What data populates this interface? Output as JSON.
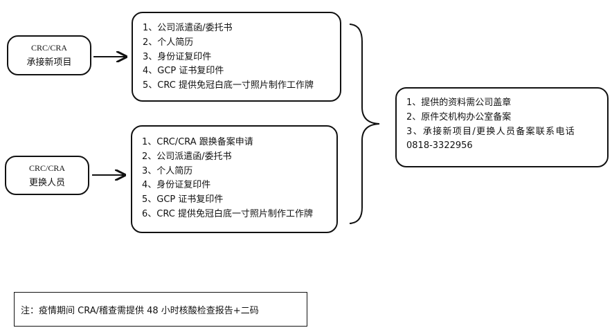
{
  "scenario_new": {
    "source": {
      "line1": "CRC/CRA",
      "line2": "承接新项目"
    },
    "items": [
      "1、公司派遣函/委托书",
      "2、个人简历",
      "3、身份证复印件",
      "4、GCP 证书复印件",
      "5、CRC 提供免冠白底一寸照片制作工作牌"
    ]
  },
  "scenario_change": {
    "source": {
      "line1": "CRC/CRA",
      "line2": "更换人员"
    },
    "items": [
      "1、CRC/CRA 跟换备案申请",
      "2、公司派遣函/委托书",
      "3、个人简历",
      "4、身份证复印件",
      "5、GCP 证书复印件",
      "6、CRC 提供免冠白底一寸照片制作工作牌"
    ]
  },
  "requirements": {
    "items": [
      "1、提供的资料需公司盖章",
      "2、原件交机构办公室备案",
      "3、承接新项目/更换人员备案联系电话",
      "0818-3322956"
    ]
  },
  "note": "注：疫情期间 CRA/稽查需提供 48 小时核酸检查报告+二码"
}
